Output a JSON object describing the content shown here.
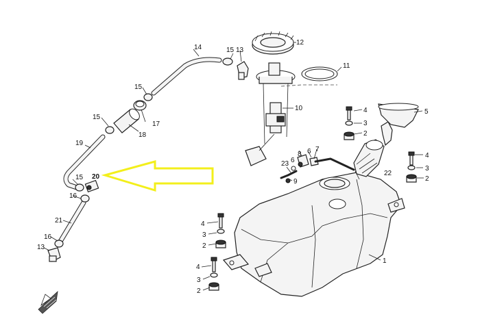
{
  "callouts": {
    "c1": "1",
    "c2a": "2",
    "c2b": "2",
    "c2c": "2",
    "c2d": "2",
    "c3a": "3",
    "c3b": "3",
    "c3c": "3",
    "c3d": "3",
    "c4a": "4",
    "c4b": "4",
    "c4c": "4",
    "c4d": "4",
    "c5": "5",
    "c6a": "6",
    "c6b": "6",
    "c7": "7",
    "c8": "8",
    "c9": "9",
    "c10": "10",
    "c11": "11",
    "c12": "12",
    "c13a": "13",
    "c13b": "13",
    "c14": "14",
    "c15a": "15",
    "c15b": "15",
    "c15c": "15",
    "c15d": "15",
    "c16a": "16",
    "c16b": "16",
    "c17": "17",
    "c18": "18",
    "c19": "19",
    "c20": "20",
    "c21": "21",
    "c22": "22",
    "c23": "23"
  },
  "colors": {
    "highlight_arrow": "#f3ef1b",
    "line": "#222222"
  },
  "icons": {
    "orientation": "direction-arrow-icon"
  }
}
